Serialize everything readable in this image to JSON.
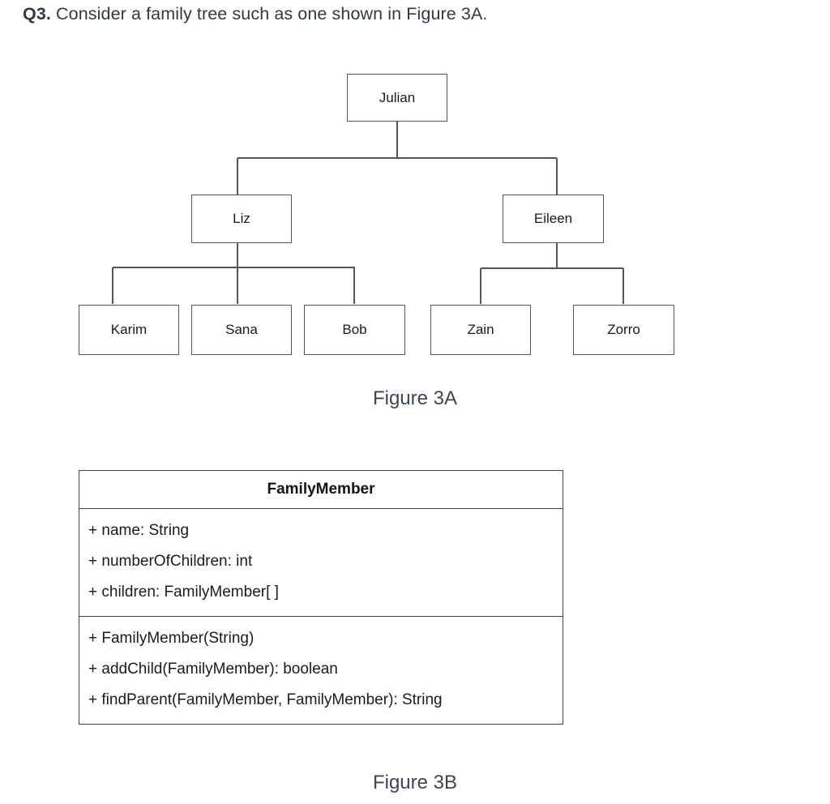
{
  "heading": {
    "label": "Q3.",
    "text": "Consider a family tree such as one shown in Figure 3A."
  },
  "figure_3a": {
    "caption": "Figure 3A",
    "nodes": {
      "root": "Julian",
      "child_left": "Liz",
      "child_right": "Eileen",
      "leaf_1": "Karim",
      "leaf_2": "Sana",
      "leaf_3": "Bob",
      "leaf_4": "Zain",
      "leaf_5": "Zorro"
    },
    "tree_structure": {
      "Julian": [
        "Liz",
        "Eileen"
      ],
      "Liz": [
        "Karim",
        "Sana",
        "Bob"
      ],
      "Eileen": [
        "Zain",
        "Zorro"
      ]
    },
    "line_color": "#555555",
    "box_border_color": "#555555",
    "text_color": "#1b1b1b"
  },
  "figure_3b": {
    "caption": "Figure 3B",
    "class_name": "FamilyMember",
    "attributes": [
      "+ name: String",
      "+ numberOfChildren: int",
      "+ children: FamilyMember[ ]"
    ],
    "methods": [
      "+ FamilyMember(String)",
      "+ addChild(FamilyMember): boolean",
      "+ findParent(FamilyMember, FamilyMember): String"
    ],
    "border_color": "#444444",
    "text_color": "#1b1b1b"
  },
  "page": {
    "background_color": "#ffffff",
    "heading_color": "#2d3b45",
    "caption_color": "#3a4854"
  }
}
